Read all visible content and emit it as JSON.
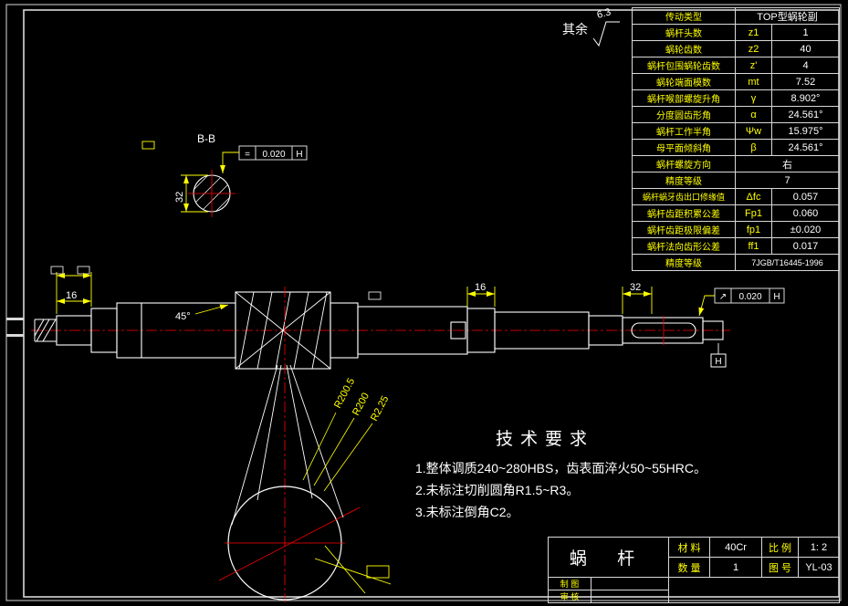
{
  "colors": {
    "background": "#000000",
    "line": "#e8e8e8",
    "dimension": "#ffff00",
    "centerline": "#ff0000",
    "text_primary": "#ffffff",
    "text_table": "#ffff00"
  },
  "surface_note": {
    "label": "其余",
    "value": "6.3"
  },
  "param_table": {
    "rows": [
      {
        "label": "传动类型",
        "symbol": "",
        "value": "TOP型蜗轮副"
      },
      {
        "label": "蜗杆头数",
        "symbol": "z1",
        "value": "1"
      },
      {
        "label": "蜗轮齿数",
        "symbol": "z2",
        "value": "40"
      },
      {
        "label": "蜗杆包围蜗轮齿数",
        "symbol": "z'",
        "value": "4"
      },
      {
        "label": "蜗轮端面模数",
        "symbol": "mt",
        "value": "7.52"
      },
      {
        "label": "蜗杆喉部螺旋升角",
        "symbol": "γ",
        "value": "8.902°"
      },
      {
        "label": "分度圆齿形角",
        "symbol": "α",
        "value": "24.561°"
      },
      {
        "label": "蜗杆工作半角",
        "symbol": "Ψw",
        "value": "15.975°"
      },
      {
        "label": "母平面倾斜角",
        "symbol": "β",
        "value": "24.561°"
      },
      {
        "label": "蜗杆螺旋方向",
        "symbol": "",
        "value": "右"
      },
      {
        "label": "精度等级",
        "symbol": "",
        "value": "7"
      },
      {
        "label": "蜗杆蜗牙齿出口修缘值",
        "symbol": "Δfc",
        "value": "0.057"
      },
      {
        "label": "蜗杆齿距积累公差",
        "symbol": "Fp1",
        "value": "0.060"
      },
      {
        "label": "蜗杆齿距极限偏差",
        "symbol": "fp1",
        "value": "±0.020"
      },
      {
        "label": "蜗杆法向齿形公差",
        "symbol": "ff1",
        "value": "0.017"
      },
      {
        "label": "精度等级",
        "symbol": "",
        "value": "7JGB/T16445-1996"
      }
    ]
  },
  "section_view": {
    "label": "B-B",
    "diameter": "32",
    "tolerance": {
      "symbol": "=",
      "value": "0.020",
      "datum": "H"
    }
  },
  "main_view": {
    "dims": {
      "left_len": "16",
      "chamfer": "45°",
      "mid_len": "16",
      "key_len": "32"
    },
    "runout": {
      "symbol": "↗",
      "value": "0.020",
      "datum": "H"
    },
    "datum": "H",
    "radii": [
      "R200.5",
      "R200",
      "R2.25"
    ]
  },
  "tech_requirements": {
    "title": "技术要求",
    "items": [
      "1.整体调质240~280HBS，齿表面淬火50~55HRC。",
      "2.未标注切削圆角R1.5~R3。",
      "3.未标注倒角C2。"
    ]
  },
  "title_block": {
    "part_name": "蜗 杆",
    "material_label": "材 料",
    "material": "40Cr",
    "scale_label": "比 例",
    "scale": "1: 2",
    "qty_label": "数 量",
    "qty": "1",
    "drawing_no_label": "图 号",
    "drawing_no": "YL-03",
    "drafted_label": "制 图",
    "checked_label": "审 核"
  }
}
